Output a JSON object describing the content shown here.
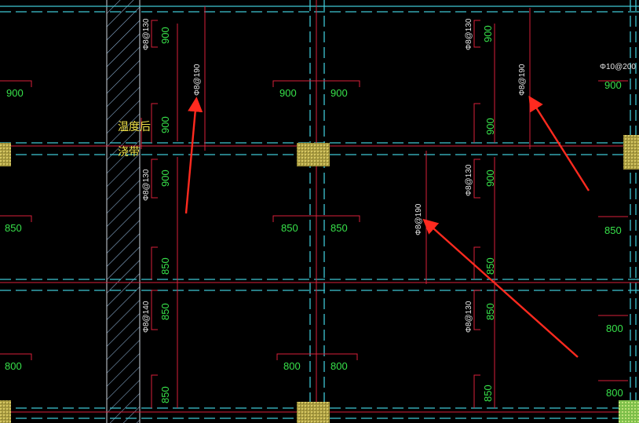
{
  "drawing": {
    "colors": {
      "background": "#000000",
      "axis_line": "#3fc6d4",
      "rebar_line": "#d9203a",
      "dimension_text": "#37e14a",
      "rebar_text": "#e8e8e8",
      "note_text": "#f2e44a",
      "arrow": "#ff2a1f",
      "column_fill": "#b7a74a"
    },
    "note": {
      "line1": "温度后",
      "line2": "浇带"
    },
    "labels": {
      "dim_900_a": "900",
      "dim_900_b": "900",
      "dim_900_c": "900",
      "dim_900_d": "900",
      "dim_900_e": "900",
      "dim_900_f": "900",
      "dim_900_g": "900",
      "dim_900_h": "900",
      "dim_900_i": "900",
      "dim_900_j": "900",
      "dim_850_a": "850",
      "dim_850_b": "850",
      "dim_850_c": "850",
      "dim_850_d": "850",
      "dim_850_e": "850",
      "dim_850_f": "850",
      "dim_850_g": "850",
      "dim_850_h": "850",
      "dim_850_i": "850",
      "dim_800_a": "800",
      "dim_800_b": "800",
      "dim_800_c": "800",
      "dim_800_d": "800",
      "dim_800_e": "800",
      "rebar_a": "Φ8@130",
      "rebar_b": "Φ8@130",
      "rebar_c": "Φ8@130",
      "rebar_d": "Φ8@130",
      "rebar_e": "Φ8@140",
      "rebar_f": "Φ8@130",
      "rebar_g": "Φ8@190",
      "rebar_h": "Φ8@190",
      "rebar_i": "Φ8@190",
      "rebar_j": "Φ10@200"
    }
  }
}
